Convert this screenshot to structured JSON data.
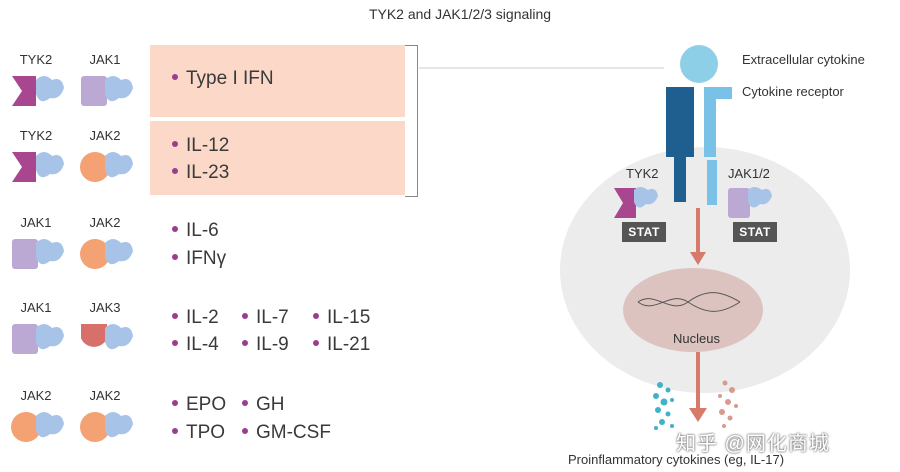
{
  "title": "TYK2 and JAK1/2/3 signaling",
  "colors": {
    "tyk2": "#a8468f",
    "jak1": "#bba8d3",
    "jak2": "#f4a173",
    "jak3": "#d7706a",
    "jak_partner": "#a8c3e8",
    "shade": "#fbd8c8",
    "bullet": "#9b3d8f"
  },
  "rows": [
    {
      "left": "TYK2",
      "right": "JAK1",
      "cytokines": [
        [
          "Type I IFN"
        ]
      ]
    },
    {
      "left": "TYK2",
      "right": "JAK2",
      "cytokines": [
        [
          "IL-12"
        ],
        [
          "IL-23"
        ]
      ]
    },
    {
      "left": "JAK1",
      "right": "JAK2",
      "cytokines": [
        [
          "IL-6"
        ],
        [
          "IFNγ"
        ]
      ]
    },
    {
      "left": "JAK1",
      "right": "JAK3",
      "cytokines": [
        [
          "IL-2",
          "IL-7",
          "IL-15"
        ],
        [
          "IL-4",
          "IL-9",
          "IL-21"
        ]
      ]
    },
    {
      "left": "JAK2",
      "right": "JAK2",
      "cytokines": [
        [
          "EPO",
          "GH"
        ],
        [
          "TPO",
          "GM-CSF"
        ]
      ]
    }
  ],
  "diagram": {
    "extracellular_cytokine": "Extracellular cytokine",
    "cytokine_receptor": "Cytokine receptor",
    "tyk2_label": "TYK2",
    "jak12_label": "JAK1/2",
    "stat_left": "STAT",
    "stat_right": "STAT",
    "nucleus": "Nucleus",
    "caption": "Proinflammatory cytokines (eg, IL-17)"
  },
  "watermark": "知乎 @网化商城"
}
